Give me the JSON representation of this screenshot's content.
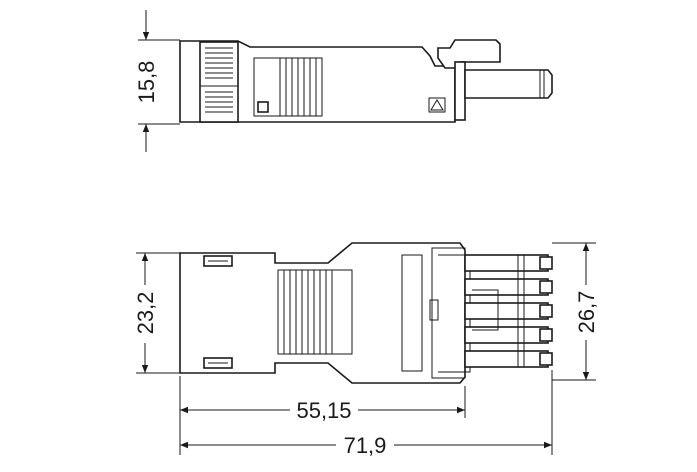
{
  "dimensions": {
    "height_top_view": "15,8",
    "width_left": "23,2",
    "width_right": "26,7",
    "length_body": "55,15",
    "length_total": "71,9"
  }
}
